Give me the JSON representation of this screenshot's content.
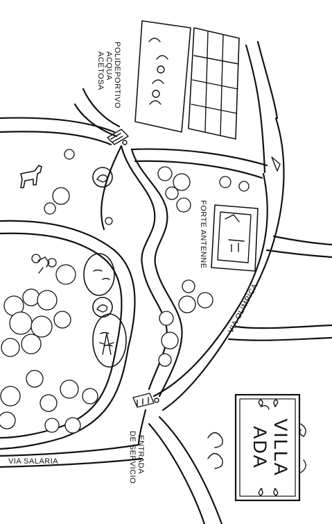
{
  "map": {
    "places": {
      "sports_center": [
        "POLIDEPORTIVO",
        "ACQUA",
        "ACETOSA"
      ],
      "fort": "FORTE ANTENNE",
      "service_entrance": [
        "ENTRADA",
        "DE SERVICIO"
      ]
    },
    "streets": {
      "olimpica": "VIA OLIMPICA",
      "salaria": "VIA SALARIA"
    },
    "sign": {
      "line1": "VILLA",
      "line2": "ADA"
    }
  }
}
